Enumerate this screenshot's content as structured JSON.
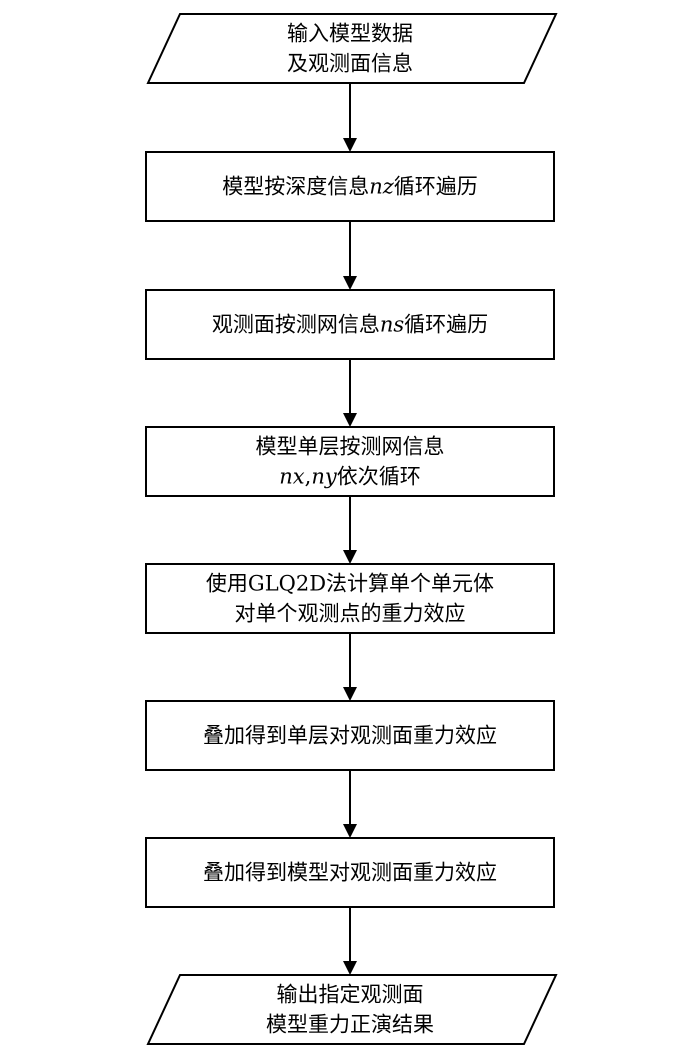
{
  "diagram": {
    "type": "flowchart",
    "nodes": [
      {
        "id": "input",
        "shape": "parallelogram",
        "lines": [
          [
            {
              "text": "输入模型数据"
            }
          ],
          [
            {
              "text": "及观测面信息"
            }
          ]
        ]
      },
      {
        "id": "loop-nz",
        "shape": "rectangle",
        "lines": [
          [
            {
              "text": "模型按深度信息"
            },
            {
              "text": "nz",
              "italic": true
            },
            {
              "text": "循环遍历"
            }
          ]
        ]
      },
      {
        "id": "loop-ns",
        "shape": "rectangle",
        "lines": [
          [
            {
              "text": "观测面按测网信息"
            },
            {
              "text": "ns",
              "italic": true
            },
            {
              "text": "循环遍历"
            }
          ]
        ]
      },
      {
        "id": "loop-nxny",
        "shape": "rectangle",
        "lines": [
          [
            {
              "text": "模型单层按测网信息"
            }
          ],
          [
            {
              "text": "nx",
              "italic": true
            },
            {
              "text": ","
            },
            {
              "text": "ny",
              "italic": true
            },
            {
              "text": "依次循环"
            }
          ]
        ]
      },
      {
        "id": "glq2d",
        "shape": "rectangle",
        "lines": [
          [
            {
              "text": "使用GLQ2D法计算单个单元体"
            }
          ],
          [
            {
              "text": "对单个观测点的重力效应"
            }
          ]
        ]
      },
      {
        "id": "sum-layer",
        "shape": "rectangle",
        "lines": [
          [
            {
              "text": "叠加得到单层对观测面重力效应"
            }
          ]
        ]
      },
      {
        "id": "sum-model",
        "shape": "rectangle",
        "lines": [
          [
            {
              "text": "叠加得到模型对观测面重力效应"
            }
          ]
        ]
      },
      {
        "id": "output",
        "shape": "parallelogram",
        "lines": [
          [
            {
              "text": "输出指定观测面"
            }
          ],
          [
            {
              "text": "模型重力正演结果"
            }
          ]
        ]
      }
    ],
    "edges": [
      {
        "from": "input",
        "to": "loop-nz"
      },
      {
        "from": "loop-nz",
        "to": "loop-ns"
      },
      {
        "from": "loop-ns",
        "to": "loop-nxny"
      },
      {
        "from": "loop-nxny",
        "to": "glq2d"
      },
      {
        "from": "glq2d",
        "to": "sum-layer"
      },
      {
        "from": "sum-layer",
        "to": "sum-model"
      },
      {
        "from": "sum-model",
        "to": "output"
      }
    ],
    "colors": {
      "stroke": "#000000",
      "fill": "#ffffff",
      "text": "#000000"
    }
  }
}
